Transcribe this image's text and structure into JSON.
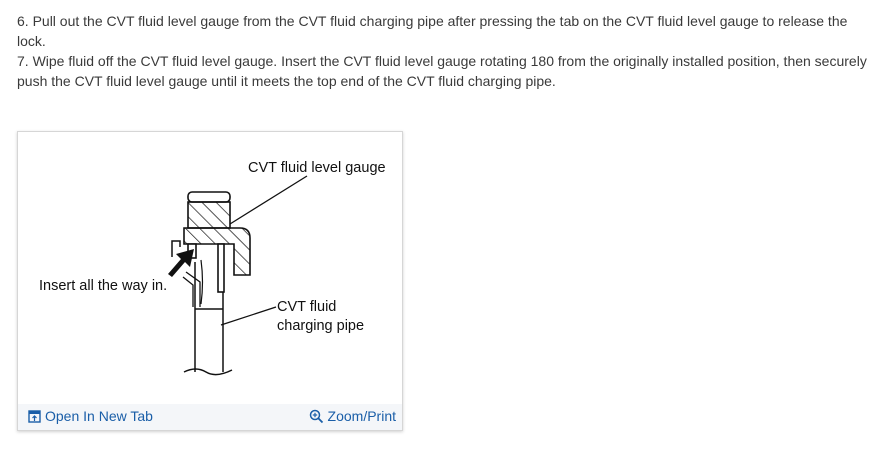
{
  "steps": [
    {
      "text": "6. Pull out the CVT fluid level gauge from the CVT fluid charging pipe after pressing the tab on the CVT fluid level gauge to release the lock."
    },
    {
      "text": "7. Wipe fluid off the CVT fluid level gauge. Insert the CVT fluid level gauge rotating 180 from the originally installed position, then securely push the CVT fluid level gauge until it meets the top end of the CVT fluid charging pipe."
    }
  ],
  "figure": {
    "label_gauge": "CVT fluid level gauge",
    "label_insert": "Insert all the way in.",
    "label_pipe": "CVT fluid\ncharging pipe"
  },
  "footer": {
    "open_label": "Open In New Tab",
    "zoom_label": "Zoom/Print",
    "link_color": "#1a5ea8",
    "open_icon": "open-new-tab-icon",
    "zoom_icon": "zoom-in-icon"
  }
}
